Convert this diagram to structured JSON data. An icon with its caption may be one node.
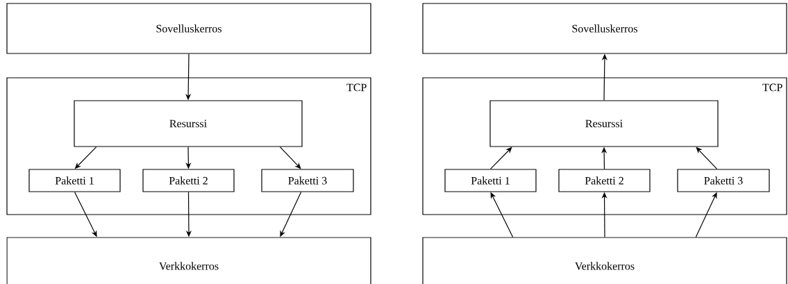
{
  "diagram": {
    "nodes": [
      {
        "text": [
          "Sovelluskerros"
        ]
      },
      {
        "text": [
          "TCP"
        ]
      },
      {
        "text": [
          "Resurssi"
        ],
        "in": 1
      },
      {
        "text": [
          "Paketti 1"
        ],
        "in": 1
      },
      {
        "text": [
          "Paketti 2"
        ],
        "in": 1
      },
      {
        "text": [
          "Paketti 3"
        ],
        "in": 1
      },
      {
        "text": [
          "Verkkokerros"
        ]
      },
      {
        "text": [
          "Sovelluskerros"
        ]
      },
      {
        "text": [
          "TCP"
        ]
      },
      {
        "text": [
          "Resurssi"
        ],
        "in": 8
      },
      {
        "text": [
          "Paketti 1"
        ],
        "in": 8
      },
      {
        "text": [
          "Paketti 2"
        ],
        "in": 8
      },
      {
        "text": [
          "Paketti 3"
        ],
        "in": 8
      },
      {
        "text": [
          "Verkkokerros"
        ]
      }
    ],
    "edges": [
      {
        "from": 0,
        "to": 2,
        "arrow": "to"
      },
      {
        "from": 2,
        "to": 3,
        "arrow": "to"
      },
      {
        "from": 2,
        "to": 4,
        "arrow": "to"
      },
      {
        "from": 2,
        "to": 5,
        "arrow": "to"
      },
      {
        "from": 3,
        "to": 6,
        "arrow": "to"
      },
      {
        "from": 4,
        "to": 6,
        "arrow": "to"
      },
      {
        "from": 5,
        "to": 6,
        "arrow": "to"
      },
      {
        "from": 9,
        "to": 7,
        "arrow": "to"
      },
      {
        "from": 10,
        "to": 9,
        "arrow": "to"
      },
      {
        "from": 11,
        "to": 9,
        "arrow": "to"
      },
      {
        "from": 12,
        "to": 9,
        "arrow": "to"
      },
      {
        "from": 13,
        "to": 10,
        "arrow": "to"
      },
      {
        "from": 13,
        "to": 11,
        "arrow": "to"
      },
      {
        "from": 13,
        "to": 12,
        "arrow": "to"
      }
    ]
  }
}
